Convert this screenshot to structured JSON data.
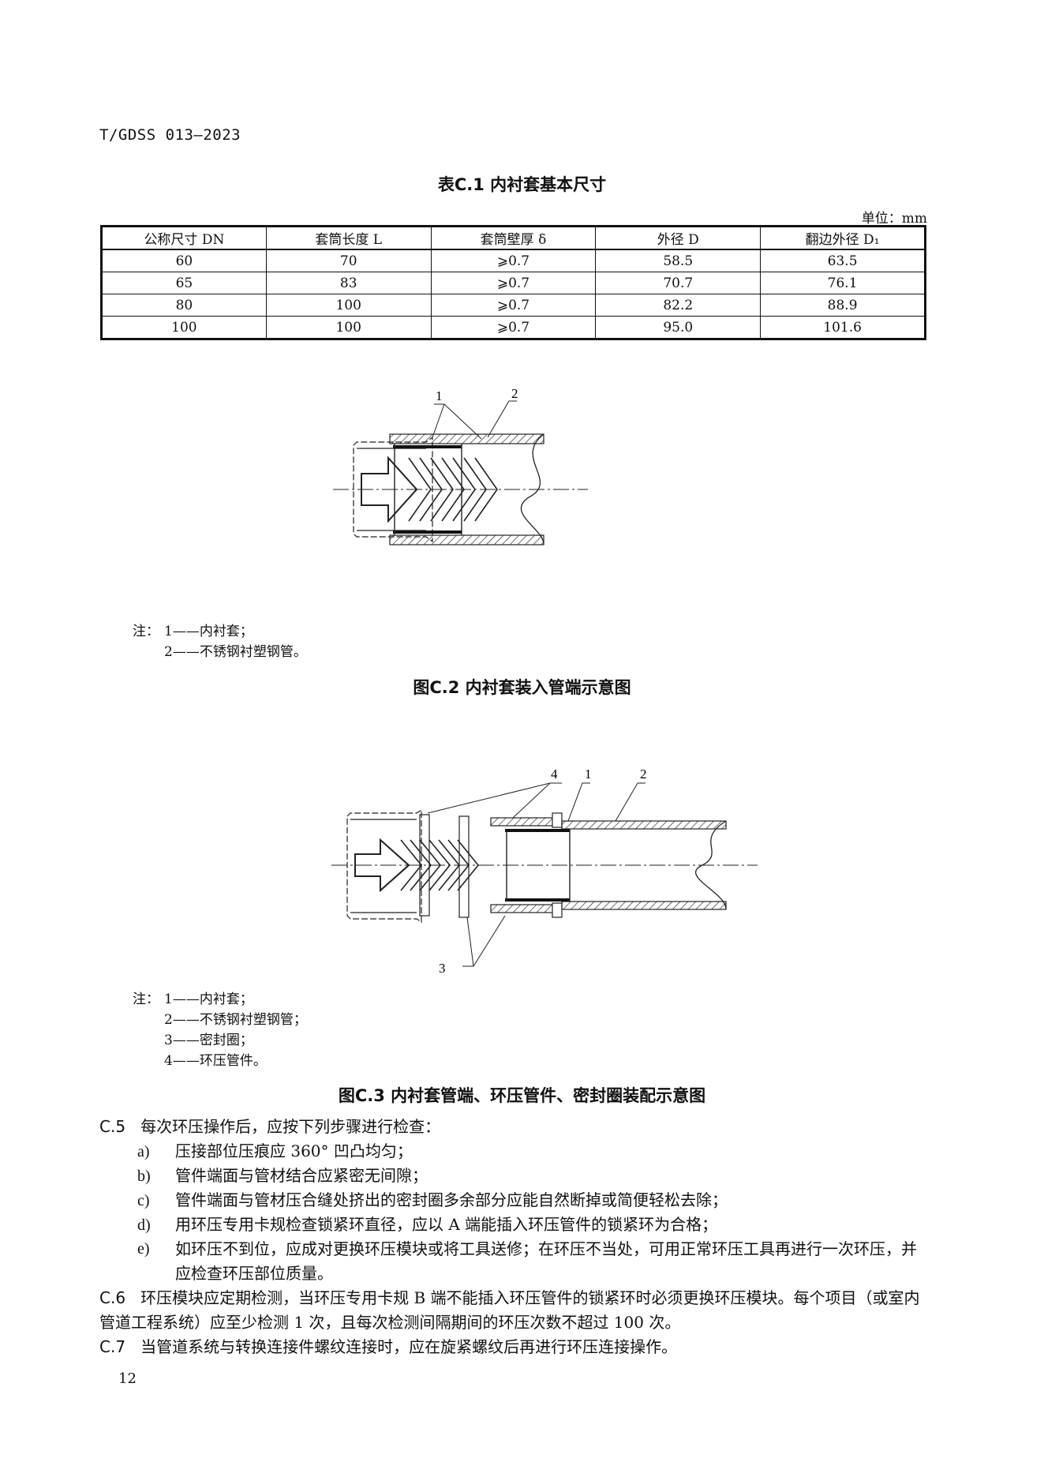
{
  "header": {
    "doc_id": "T/GDSS 013—2023"
  },
  "table": {
    "caption": "表C.1 内衬套基本尺寸",
    "unit": "单位：mm",
    "columns": [
      "公称尺寸 DN",
      "套筒长度 L",
      "套筒壁厚 δ",
      "外径 D",
      "翻边外径 D₁"
    ],
    "rows": [
      [
        "60",
        "70",
        "⩾0.7",
        "58.5",
        "63.5"
      ],
      [
        "65",
        "83",
        "⩾0.7",
        "70.7",
        "76.1"
      ],
      [
        "80",
        "100",
        "⩾0.7",
        "82.2",
        "88.9"
      ],
      [
        "100",
        "100",
        "⩾0.7",
        "95.0",
        "101.6"
      ]
    ]
  },
  "figure2": {
    "labels": [
      "1",
      "2"
    ],
    "note_label": "注：",
    "notes": [
      "1——内衬套；",
      "2——不锈钢衬塑钢管。"
    ],
    "caption": "图C.2 内衬套装入管端示意图"
  },
  "figure3": {
    "labels": [
      "4",
      "1",
      "2",
      "3"
    ],
    "note_label": "注：",
    "notes": [
      "1——内衬套；",
      "2——不锈钢衬塑钢管；",
      "3——密封圈；",
      "4——环压管件。"
    ],
    "caption": "图C.3 内衬套管端、环压管件、密封圈装配示意图"
  },
  "sections": {
    "c5": {
      "num": "C.5",
      "text": "每次环压操作后，应按下列步骤进行检查：",
      "items": [
        {
          "label": "a)",
          "text": "压接部位压痕应 360° 凹凸均匀；"
        },
        {
          "label": "b)",
          "text": "管件端面与管材结合应紧密无间隙；"
        },
        {
          "label": "c)",
          "text": "管件端面与管材压合缝处挤出的密封圈多余部分应能自然断掉或简便轻松去除；"
        },
        {
          "label": "d)",
          "text": "用环压专用卡规检查锁紧环直径，应以 A 端能插入环压管件的锁紧环为合格；"
        },
        {
          "label": "e)",
          "text": "如环压不到位，应成对更换环压模块或将工具送修；在环压不当处，可用正常环压工具再进行一次环压，并应检查环压部位质量。"
        }
      ]
    },
    "c6": {
      "num": "C.6",
      "text": "环压模块应定期检测，当环压专用卡规 B 端不能插入环压管件的锁紧环时必须更换环压模块。每个项目（或室内管道工程系统）应至少检测 1 次，且每次检测间隔期间的环压次数不超过 100 次。"
    },
    "c7": {
      "num": "C.7",
      "text": "当管道系统与转换连接件螺纹连接时，应在旋紧螺纹后再进行环压连接操作。"
    }
  },
  "footer": {
    "page_number": "12"
  }
}
